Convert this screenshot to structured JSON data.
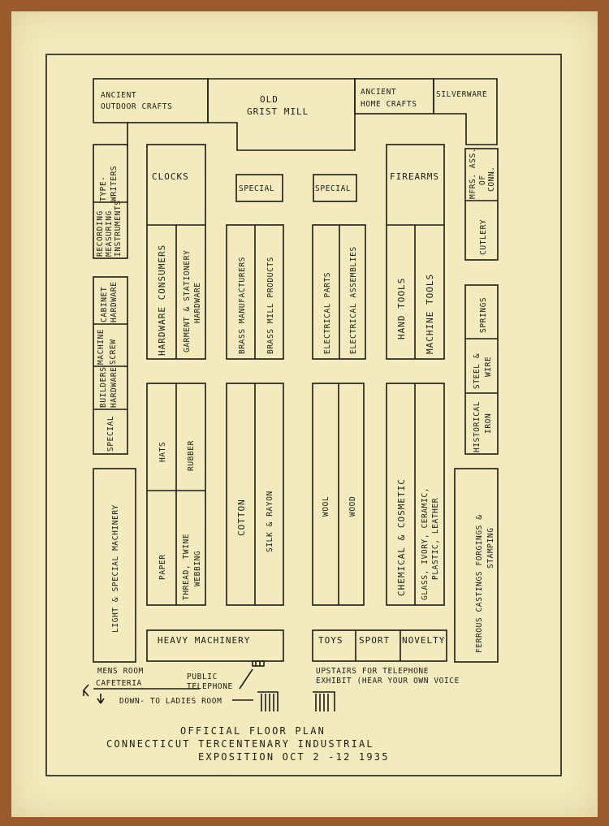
{
  "labels": {
    "ancient_outdoor_1": "ANCIENT",
    "ancient_outdoor_2": "OUTDOOR CRAFTS",
    "grist_1": "OLD",
    "grist_2": "GRIST MILL",
    "ancient_home_1": "ANCIENT",
    "ancient_home_2": "HOME CRAFTS",
    "silverware": "SILVERWARE",
    "type_1": "TYPE-",
    "type_2": "WRITERS",
    "recording_1": "RECORDING",
    "recording_2": "MEASURING",
    "recording_3": "INSTRUMENTS",
    "clocks": "CLOCKS",
    "special_1": "SPECIAL",
    "special_2": "SPECIAL",
    "firearms": "FIREARMS",
    "mfrs_1": "MFRS. ASS.",
    "mfrs_2": "OF",
    "mfrs_3": "CONN.",
    "cutlery": "CUTLERY",
    "hardware_consumers": "HARDWARE CONSUMERS",
    "garment_1": "GARMENT & STATIONERY",
    "garment_2": "HARDWARE",
    "brass_mfrs": "BRASS MANUFACTURERS",
    "brass_mill": "BRASS MILL PRODUCTS",
    "electrical_parts": "ELECTRICAL PARTS",
    "electrical_assemblies": "ELECTRICAL ASSEMBLIES",
    "hand_tools": "HAND TOOLS",
    "machine_tools": "MACHINE TOOLS",
    "cabinet_1": "CABINET",
    "cabinet_2": "HARDWARE",
    "screw_1": "MACHINE",
    "screw_2": "SCREW",
    "builders_1": "BUILDERS",
    "builders_2": "HARDWARE",
    "special_left": "SPECIAL",
    "springs": "SPRINGS",
    "steel_1": "STEEL &",
    "steel_2": "WIRE",
    "historical_1": "HISTORICAL",
    "historical_2": "IRON",
    "hats": "HATS",
    "rubber": "RUBBER",
    "paper": "PAPER",
    "thread_1": "THREAD, TWINE",
    "thread_2": "WEBBING",
    "cotton": "COTTON",
    "silk": "SILK & RAYON",
    "wool": "WOOL",
    "wood": "WOOD",
    "chemical": "CHEMICAL & COSMETIC",
    "glass_1": "GLASS, IVORY, CERAMIC,",
    "glass_2": "PLASTIC, LEATHER",
    "light_machinery": "LIGHT & SPECIAL MACHINERY",
    "ferrous_1": "FERROUS CASTINGS FORGINGS &",
    "ferrous_2": "STAMPING",
    "heavy_machinery": "HEAVY MACHINERY",
    "toys": "TOYS",
    "sport": "SPORT",
    "novelty": "NOVELTY",
    "mens_room": "MENS ROOM",
    "cafeteria": "CAFETERIA",
    "public_telephone_1": "PUBLIC",
    "public_telephone_2": "TELEPHONE",
    "down_ladies": "DOWN- TO LADIES ROOM",
    "upstairs_1": "UPSTAIRS FOR TELEPHONE",
    "upstairs_2": "EXHIBIT (HEAR YOUR OWN VOICE"
  },
  "title": {
    "line1": "OFFICIAL FLOOR PLAN",
    "line2": "CONNECTICUT TERCENTENARY INDUSTRIAL",
    "line3": "EXPOSITION OCT 2 -12 1935"
  },
  "colors": {
    "paper": "#f3ebbd",
    "ink": "#1d1c16",
    "backing": "#9a5a2c"
  }
}
